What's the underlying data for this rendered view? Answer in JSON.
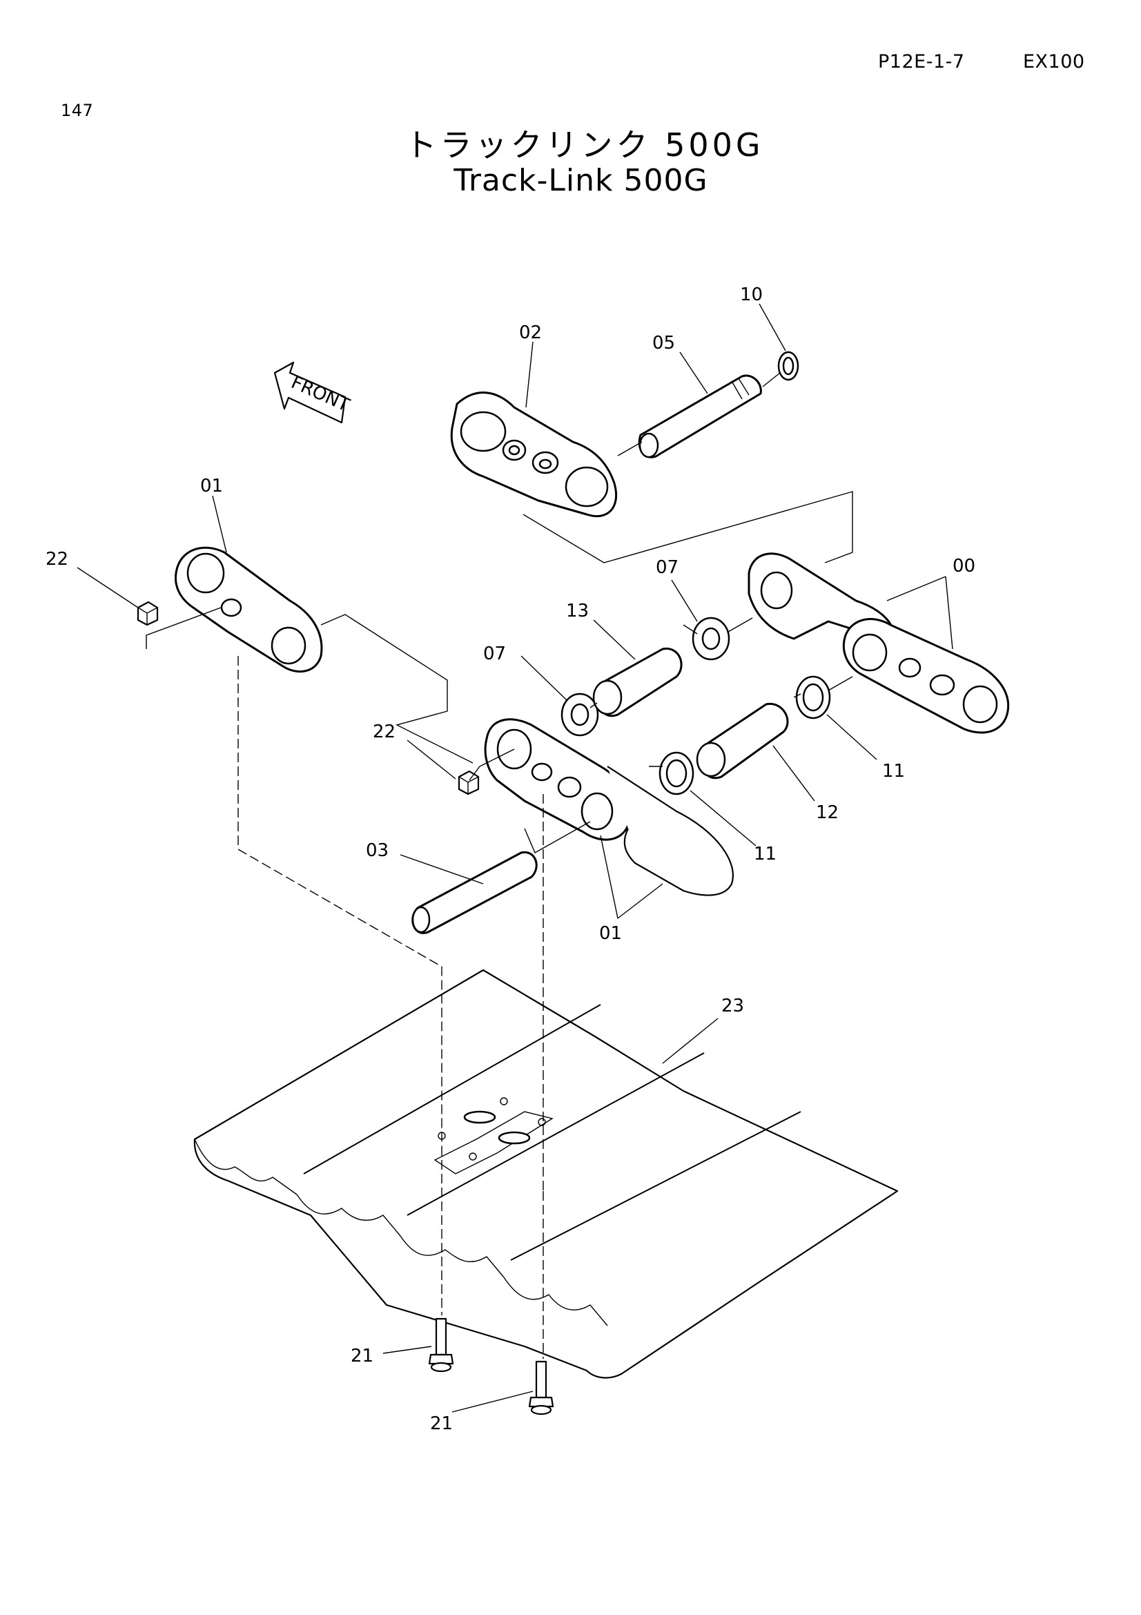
{
  "header": {
    "page_code": "P12E-1-7",
    "model": "EX100",
    "page_number": "147"
  },
  "title": {
    "japanese": "トラックリンク 500G",
    "english": "Track-Link 500G"
  },
  "direction_label": "FRONT",
  "callouts": {
    "c00": "00",
    "c01a": "01",
    "c01b": "01",
    "c02": "02",
    "c03": "03",
    "c05": "05",
    "c07a": "07",
    "c07b": "07",
    "c10": "10",
    "c11a": "11",
    "c11b": "11",
    "c12": "12",
    "c13": "13",
    "c21a": "21",
    "c21b": "21",
    "c22a": "22",
    "c22b": "22",
    "c23": "23"
  }
}
